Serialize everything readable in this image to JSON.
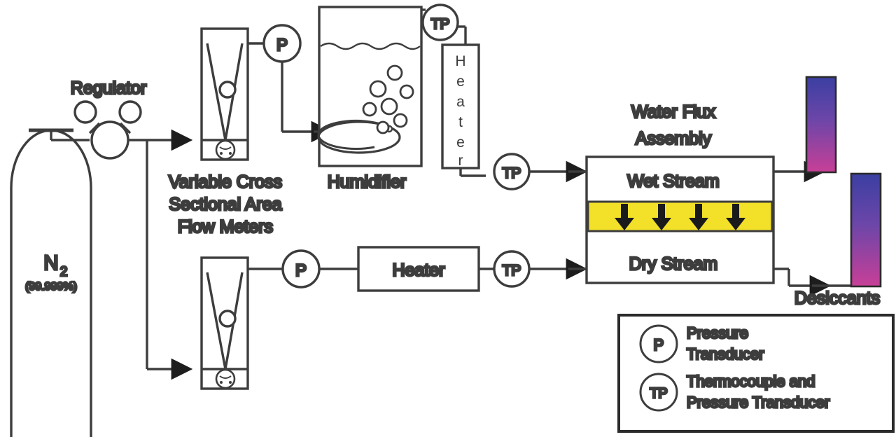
{
  "figure": {
    "title": "Water flux test apparatus schematic",
    "type": "process-flow-diagram",
    "background": "#ffffff",
    "line_color": "#3d3d3d",
    "text_color": "#3a3a3a"
  },
  "gas_source": {
    "name": "nitrogen-cylinder",
    "label": "N",
    "label_subscript": "2",
    "purity": "(99.999%)"
  },
  "regulator": {
    "label": "Regulator"
  },
  "flow_meters": {
    "label_line1": "Variable Cross",
    "label_line2": "Sectional Area",
    "label_line3": "Flow Meters",
    "count": 2
  },
  "humidifier": {
    "label": "Humidifier"
  },
  "heaters": {
    "vertical_label": "Heater",
    "vertical_letters": [
      "H",
      "e",
      "a",
      "t",
      "e",
      "r"
    ],
    "horizontal_label": "Heater"
  },
  "instruments": {
    "pressure_top": "P",
    "pressure_bottom": "P",
    "tp_humidifier": "TP",
    "tp_wet_inlet": "TP",
    "tp_dry_inlet": "TP"
  },
  "water_flux_assembly": {
    "title_line1": "Water Flux",
    "title_line2": "Assembly",
    "wet_stream": "Wet Stream",
    "dry_stream": "Dry Stream",
    "membrane_color": "#f2e029",
    "membrane_arrow_count": 4
  },
  "desiccants": {
    "label": "Desiccants",
    "count": 2,
    "gradient_top": "#3b3fa2",
    "gradient_bottom": "#c83f97"
  },
  "legend": {
    "items": [
      {
        "symbol": "P",
        "line1": "Pressure",
        "line2": "Transducer"
      },
      {
        "symbol": "TP",
        "line1": "Thermocouple and",
        "line2": "Pressure Transducer"
      }
    ]
  }
}
